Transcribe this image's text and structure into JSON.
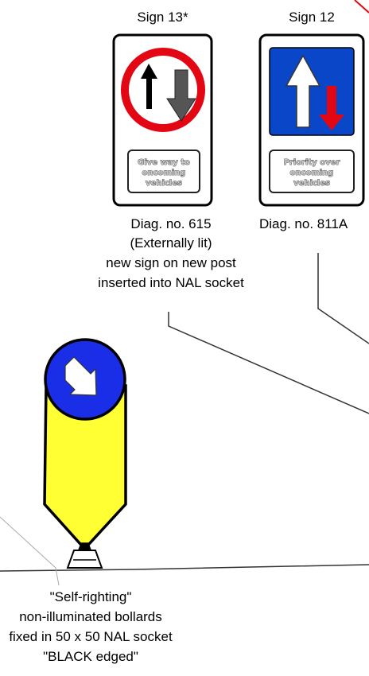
{
  "signs": [
    {
      "heading": "Sign 13*",
      "plate_lines": [
        "Give way to",
        "oncoming",
        "vehicles"
      ],
      "diag": "Diag. no. 615",
      "notes": [
        "(Externally lit)",
        "new sign on new post",
        "inserted into NAL socket"
      ],
      "colors": {
        "ring": "#e30613",
        "arrow": "#000000",
        "arrow_secondary": "#555555"
      }
    },
    {
      "heading": "Sign 12",
      "plate_lines": [
        "Priority over",
        "oncoming",
        "vehicles"
      ],
      "diag": "Diag. no. 811A",
      "colors": {
        "panel": "#0a47c8",
        "arrow": "#ffffff",
        "arrow_secondary": "#e30613"
      }
    }
  ],
  "bollard": {
    "labels": [
      "\"Self-righting\"",
      "non-illuminated bollards",
      "fixed in 50 x 50 NAL socket",
      "\"BLACK edged\""
    ],
    "colors": {
      "disc": "#1a2ee8",
      "body": "#ffff33",
      "arrow": "#ffffff",
      "outline": "#000000"
    }
  },
  "icons": [
    "ahead-only-arrow-icon",
    "keep-left-arrow-icon"
  ]
}
